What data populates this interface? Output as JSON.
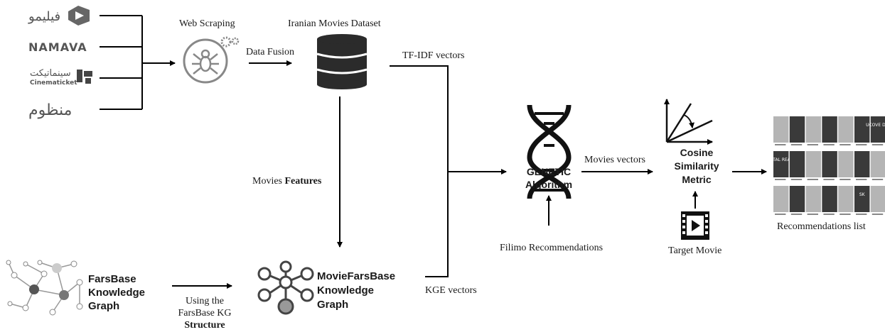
{
  "sources": {
    "filimo": "فیلیمو",
    "namava": "NAMAVA",
    "cinematicket_fa": "سینماتیکت",
    "cinematicket_en": "Cinematicket",
    "manzoom": "منظوم"
  },
  "labels": {
    "web_scraping": "Web Scraping",
    "data_fusion": "Data Fusion",
    "dataset": "Iranian Movies Dataset",
    "tfidf": "TF-IDF vectors",
    "movies_features_a": "Movies ",
    "movies_features_b": "Features",
    "genetic_1": "GENETIC",
    "genetic_2": "Algorithm",
    "movies_vectors": "Movies vectors",
    "cosine_1": "Cosine",
    "cosine_2": "Similarity",
    "cosine_3": "Metric",
    "recommendations": "Recommendations list",
    "filimo_recs": "Filimo Recommendations",
    "target_movie": "Target Movie",
    "kge": "KGE vectors",
    "farsbase_1": "FarsBase",
    "farsbase_2": "Knowledge",
    "farsbase_3": "Graph",
    "using_1": "Using the",
    "using_2": "FarsBase KG",
    "using_3": "Structure",
    "mfb_1": "MovieFarsBase",
    "mfb_2": "Knowledge",
    "mfb_3": "Graph"
  },
  "posters": [
    {
      "text": "",
      "dark": false
    },
    {
      "text": "",
      "dark": true
    },
    {
      "text": "",
      "dark": false
    },
    {
      "text": "",
      "dark": true
    },
    {
      "text": "",
      "dark": false
    },
    {
      "text": "",
      "dark": true
    },
    {
      "text": "UCOVE DAY",
      "dark": true
    },
    {
      "text": "ITAL REA",
      "dark": true
    },
    {
      "text": "",
      "dark": true
    },
    {
      "text": "",
      "dark": false
    },
    {
      "text": "",
      "dark": true
    },
    {
      "text": "",
      "dark": false
    },
    {
      "text": "",
      "dark": true
    },
    {
      "text": "",
      "dark": false
    },
    {
      "text": "",
      "dark": false
    },
    {
      "text": "",
      "dark": true
    },
    {
      "text": "",
      "dark": false
    },
    {
      "text": "",
      "dark": true
    },
    {
      "text": "",
      "dark": false
    },
    {
      "text": "SK",
      "dark": true
    },
    {
      "text": "",
      "dark": false
    }
  ]
}
